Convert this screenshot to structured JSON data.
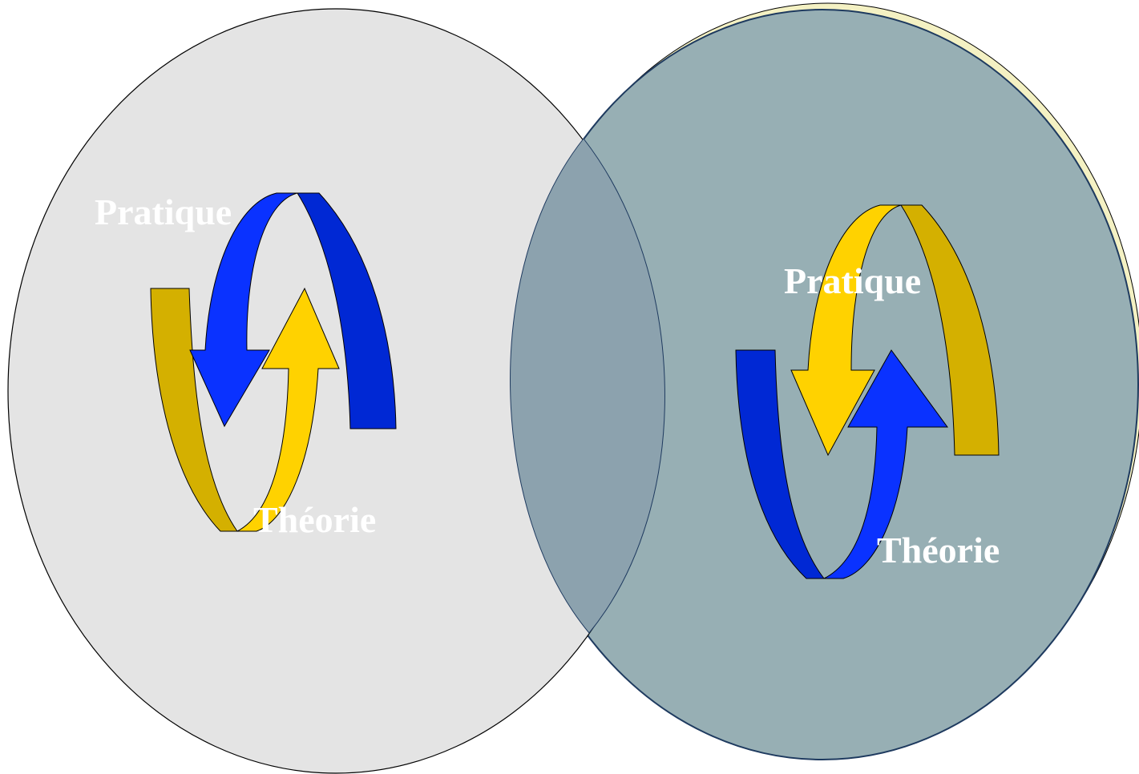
{
  "colors": {
    "left_circle_fill": "#e4e4e4",
    "right_circle_fill": "#97afb4",
    "right_circle_outline": "#1e3a5f",
    "right_circle_shadow": "#f4f1c3",
    "overlap_tint": "#8ca2ae",
    "blue_front": "#0a32ff",
    "blue_back": "#0028d4",
    "yellow_front": "#ffd200",
    "yellow_back": "#d4b000",
    "label_color": "#ffffff",
    "page_background": "#ffffff"
  },
  "left_cycle": {
    "top_label": "Pratique",
    "bottom_label": "Théorie"
  },
  "right_cycle": {
    "top_label": "Pratique",
    "bottom_label": "Théorie"
  }
}
